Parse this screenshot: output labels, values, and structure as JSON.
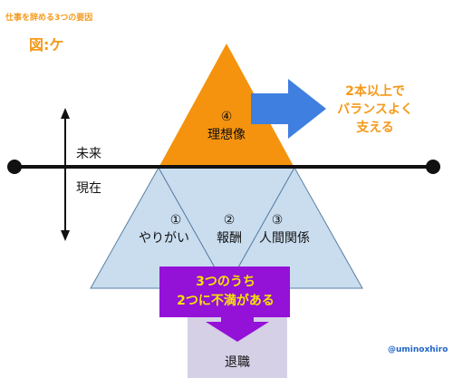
{
  "header": {
    "title": "仕事を辞める3つの要因",
    "figure_label": "図:ケ"
  },
  "timeline": {
    "future_label": "未来",
    "present_label": "現在"
  },
  "pyramid": {
    "top": {
      "number": "④",
      "label": "理想像"
    },
    "left": {
      "number": "①",
      "label": "やりがい"
    },
    "middle": {
      "number": "②",
      "label": "報酬"
    },
    "right": {
      "number": "③",
      "label": "人間関係"
    }
  },
  "arrow_note": {
    "lines": [
      "2本以上で",
      "バランスよく",
      "支える"
    ]
  },
  "warning_box": {
    "lines": [
      "3つのうち",
      "2つに不満がある"
    ]
  },
  "result": {
    "label": "退職"
  },
  "credit": {
    "handle": "@uminoxhiro"
  },
  "colors": {
    "title_orange": "#f59a1a",
    "top_triangle": "#f5930e",
    "bottom_triangles": "#c9ddef",
    "triangle_edges": "#5a7fa3",
    "blue_arrow": "#3f7fe0",
    "note_orange": "#f59a1a",
    "warning_fill": "#9411d8",
    "warning_text": "#f4e400",
    "result_fill": "#d5d0e6",
    "credit_blue": "#1e64c8",
    "line_black": "#111111"
  }
}
